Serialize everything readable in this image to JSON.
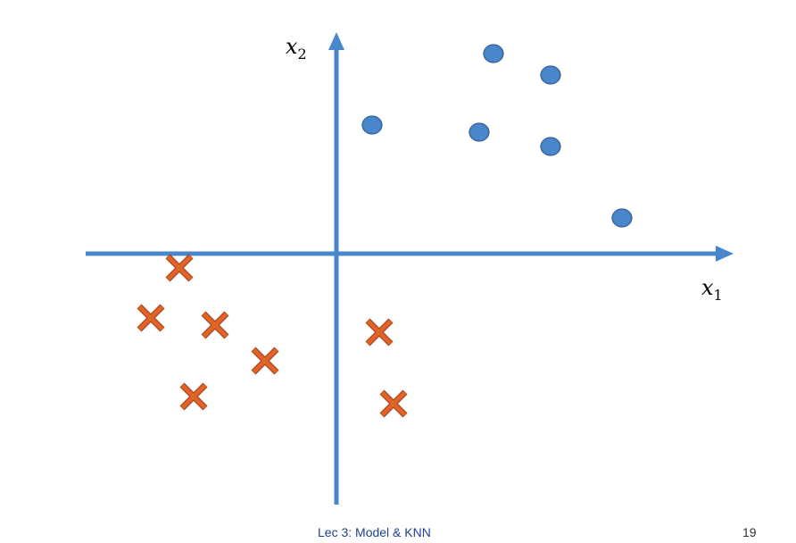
{
  "diagram": {
    "x_axis_label": "x",
    "x_axis_subscript": "1",
    "y_axis_label": "x",
    "y_axis_subscript": "2",
    "axis_color": "#4a86cc",
    "circle_color": "#4a86cc",
    "circle_stroke": "#2e5f9a",
    "cross_color": "#e0642a",
    "cross_stroke": "#9a3e14",
    "class_a_marker": "circle",
    "class_b_marker": "cross",
    "class_a_points": [
      {
        "x": 2.2,
        "y": 2.8
      },
      {
        "x": 3.0,
        "y": 2.5
      },
      {
        "x": 0.5,
        "y": 1.8
      },
      {
        "x": 2.0,
        "y": 1.7
      },
      {
        "x": 3.0,
        "y": 1.5
      },
      {
        "x": 4.0,
        "y": 0.5
      }
    ],
    "class_b_points": [
      {
        "x": -2.2,
        "y": -0.2
      },
      {
        "x": -2.6,
        "y": -0.9
      },
      {
        "x": -1.7,
        "y": -1.0
      },
      {
        "x": -1.0,
        "y": -1.5
      },
      {
        "x": 0.6,
        "y": -1.1
      },
      {
        "x": -2.0,
        "y": -2.0
      },
      {
        "x": 0.8,
        "y": -2.1
      }
    ]
  },
  "footer": {
    "title": "Lec 3: Model & KNN",
    "page_number": "19"
  }
}
